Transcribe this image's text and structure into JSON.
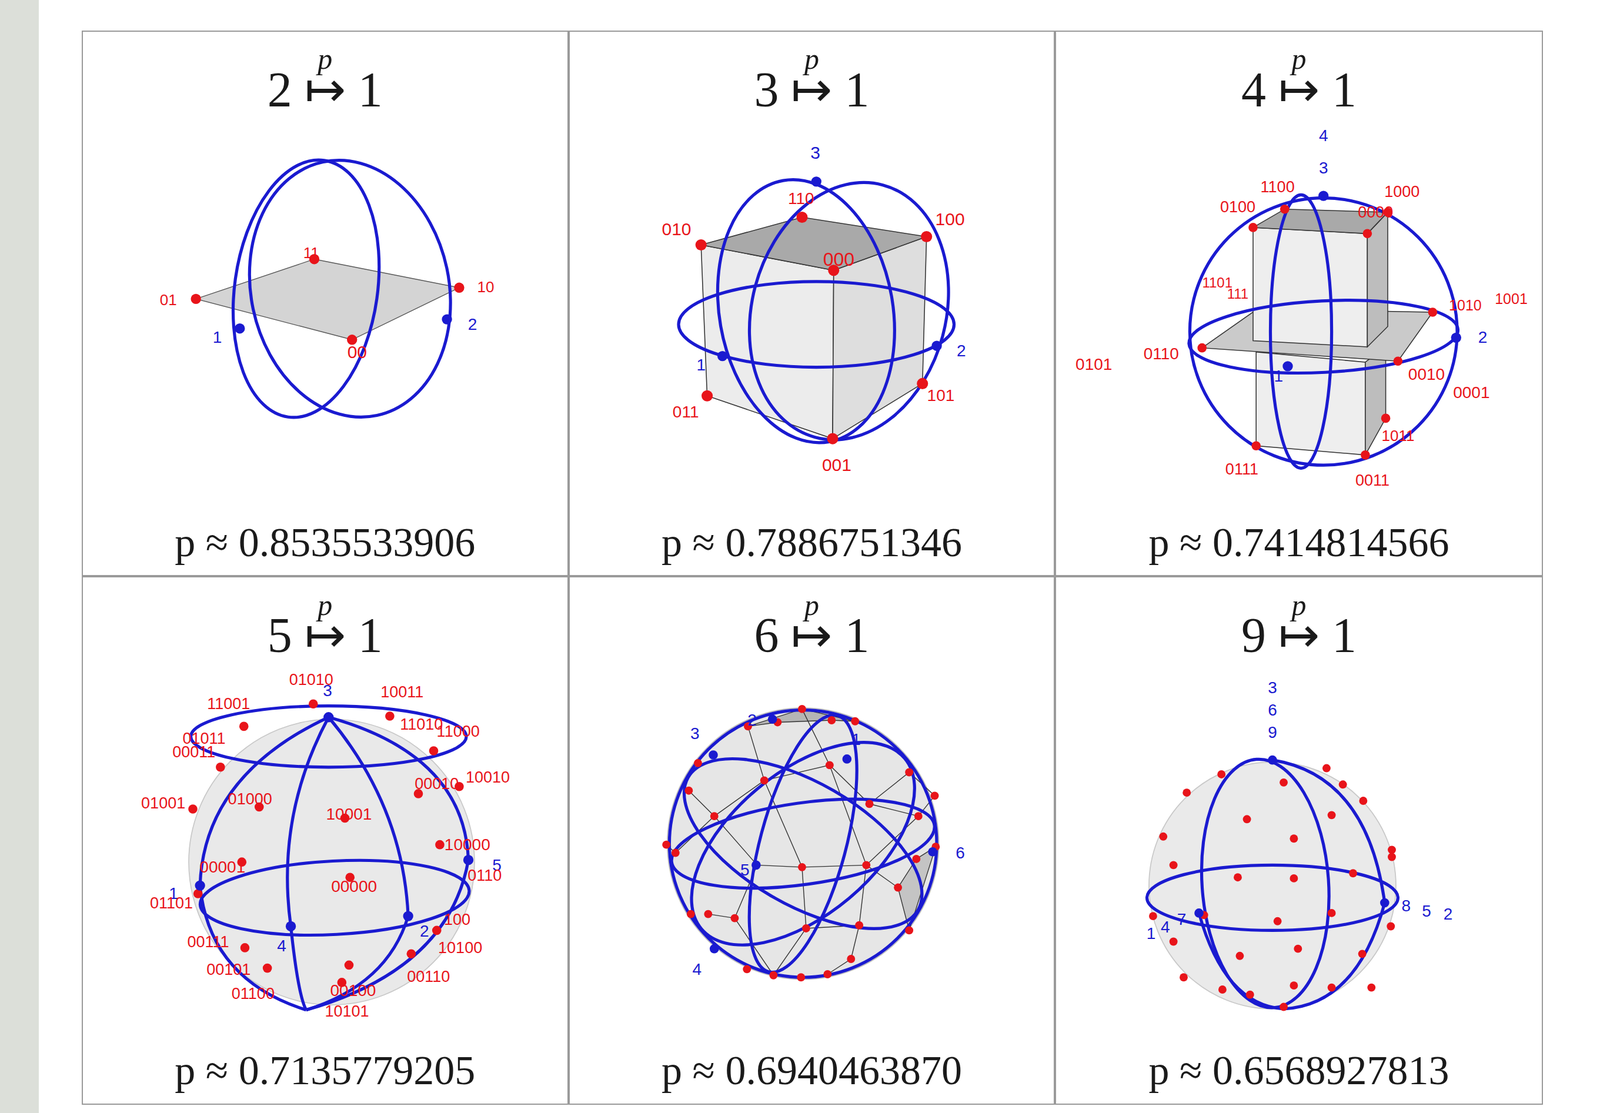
{
  "diagram": {
    "nodes": [
      {
        "text": [
          "2 ↦ 1",
          "p",
          "p ≈ 0.8535533906"
        ]
      },
      {
        "text": [
          "3 ↦ 1",
          "p",
          "p ≈ 0.7886751346"
        ]
      },
      {
        "text": [
          "4 ↦ 1",
          "p",
          "p ≈ 0.7414814566"
        ]
      },
      {
        "text": [
          "5 ↦ 1",
          "p",
          "p ≈ 0.7135779205"
        ]
      },
      {
        "text": [
          "6 ↦ 1",
          "p",
          "p ≈ 0.6940463870"
        ]
      },
      {
        "text": [
          "9 ↦ 1",
          "p",
          "p ≈ 0.6568927813"
        ]
      }
    ],
    "labels": [
      "11",
      "01",
      "10",
      "00",
      "1",
      "2",
      "3",
      "010",
      "110",
      "100",
      "000",
      "1",
      "2",
      "011",
      "101",
      "001",
      "4",
      "3",
      "0100",
      "1100",
      "1000",
      "0000",
      "1101",
      "111",
      "1010",
      "1001",
      "2",
      "0101",
      "0110",
      "1",
      "0010",
      "0001",
      "1011",
      "0111",
      "0011",
      "01010",
      "10011",
      "3",
      "11001",
      "11010",
      "11000",
      "01011",
      "00011",
      "01001",
      "01000",
      "00010",
      "10010",
      "10001",
      "10000",
      "5",
      "0110",
      "00001",
      "00000",
      "1",
      "01101",
      "4",
      "2",
      "100",
      "10100",
      "00111",
      "00101",
      "00110",
      "01100",
      "00100",
      "10101",
      "3",
      "2",
      "1",
      "5",
      "6",
      "4",
      "3",
      "6",
      "9",
      "1",
      "4",
      "7",
      "8",
      "5",
      "2"
    ]
  }
}
